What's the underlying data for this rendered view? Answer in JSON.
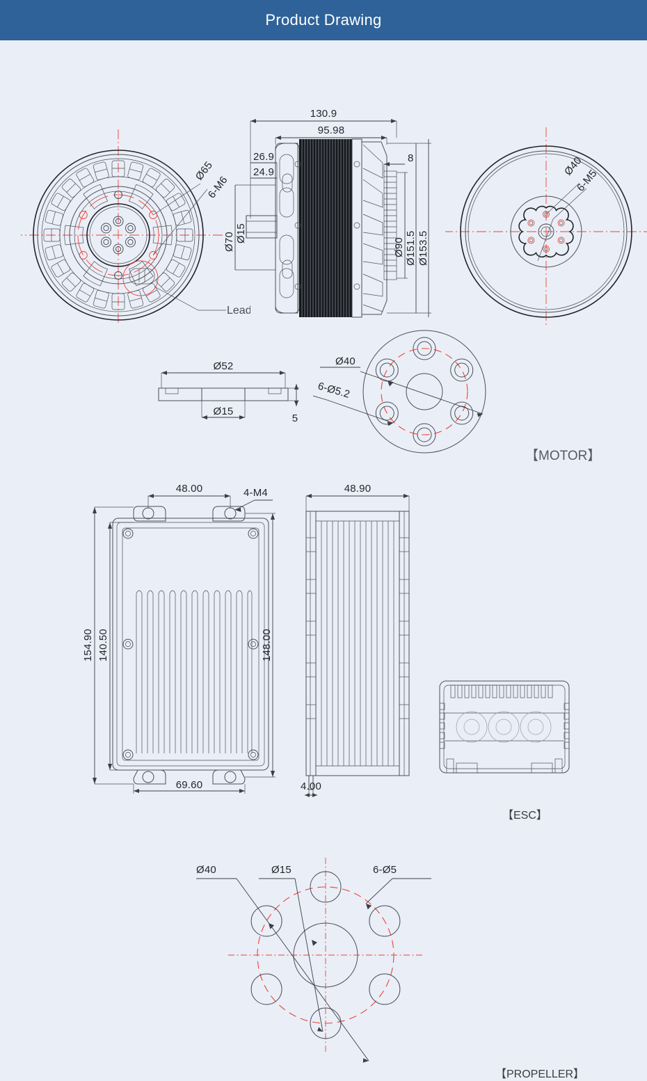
{
  "header": {
    "title": "Product Drawing"
  },
  "captions": {
    "motor": "【MOTOR】",
    "esc": "【ESC】",
    "propeller": "【PROPELLER】"
  },
  "motor_front_view": {
    "labels": {
      "bolt_circle": "Ø65",
      "threads": "6-M6",
      "lead": "Lead"
    }
  },
  "motor_side_view": {
    "dims": {
      "overall_length": "130.9",
      "body_length": "95.98",
      "shaft_step_a": "26.9",
      "shaft_step_b": "24.9",
      "fin_depth": "8",
      "flange_dia": "Ø70",
      "shaft_dia": "Ø15",
      "inner_dia": "Ø90",
      "mid_dia": "Ø151.5",
      "outer_dia": "Ø153.5"
    }
  },
  "motor_rear_view": {
    "labels": {
      "bolt_circle": "Ø40",
      "threads": "6-M5"
    }
  },
  "adapter_section_view": {
    "dims": {
      "outer_dia": "Ø52",
      "bore_dia": "Ø15",
      "thickness": "5"
    }
  },
  "adapter_face_view": {
    "labels": {
      "bolt_circle": "Ø40",
      "holes": "6-Ø5.2"
    }
  },
  "esc_top_view": {
    "dims": {
      "mount_span": "48.00",
      "mount_threads": "4-M4",
      "overall_height": "154.90",
      "body_height": "140.50",
      "inner_height": "148.00",
      "width": "69.60"
    }
  },
  "esc_side_view": {
    "dims": {
      "depth": "48.90",
      "tab_thickness": "4.00"
    }
  },
  "propeller_view": {
    "labels": {
      "bolt_circle": "Ø40",
      "bore": "Ø15",
      "holes": "6-Ø5"
    }
  },
  "colors": {
    "header_bg": "#2e6299",
    "page_bg": "#eaeef7",
    "line": "#4a4f57",
    "centerline": "#ef4136"
  }
}
